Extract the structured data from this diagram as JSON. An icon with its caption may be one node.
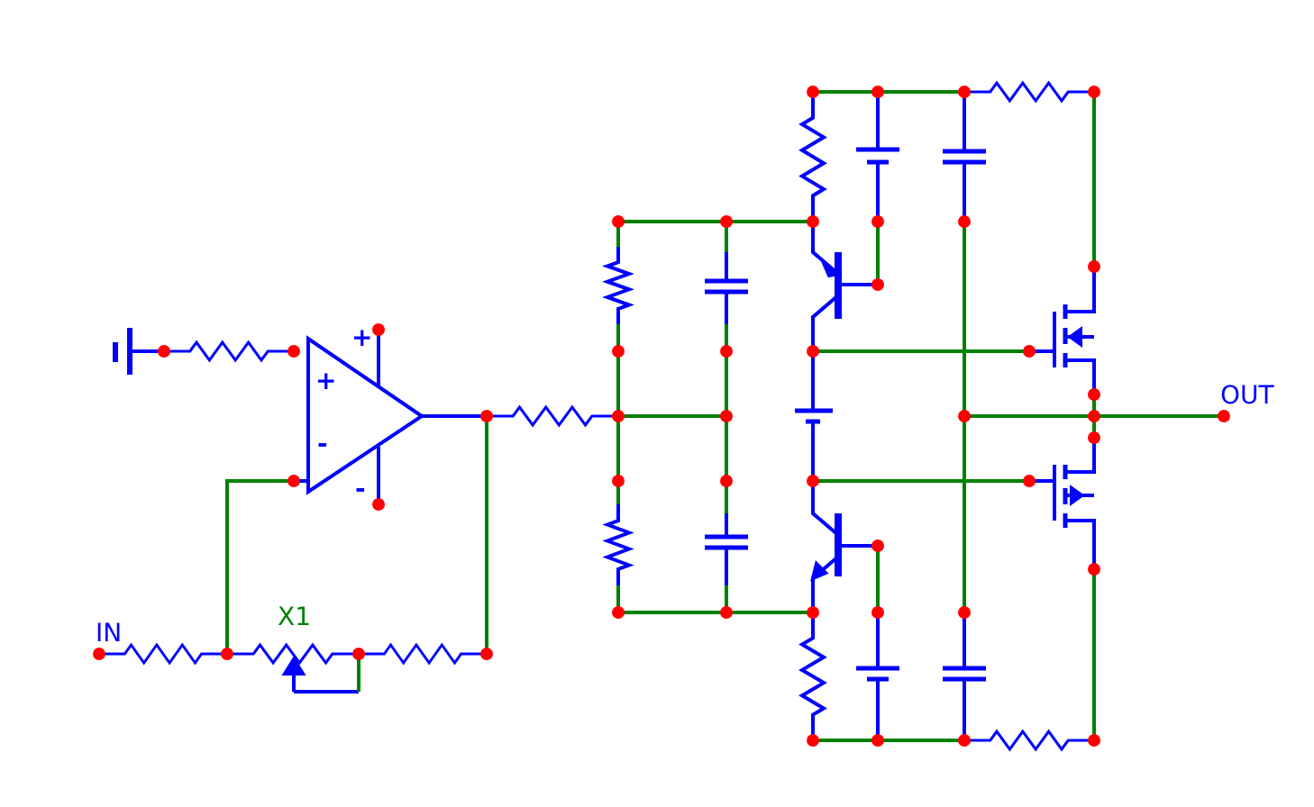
{
  "diagram": {
    "labels": [
      "+",
      "+",
      "-",
      "-",
      "IN",
      "X1",
      "OUT"
    ]
  }
}
